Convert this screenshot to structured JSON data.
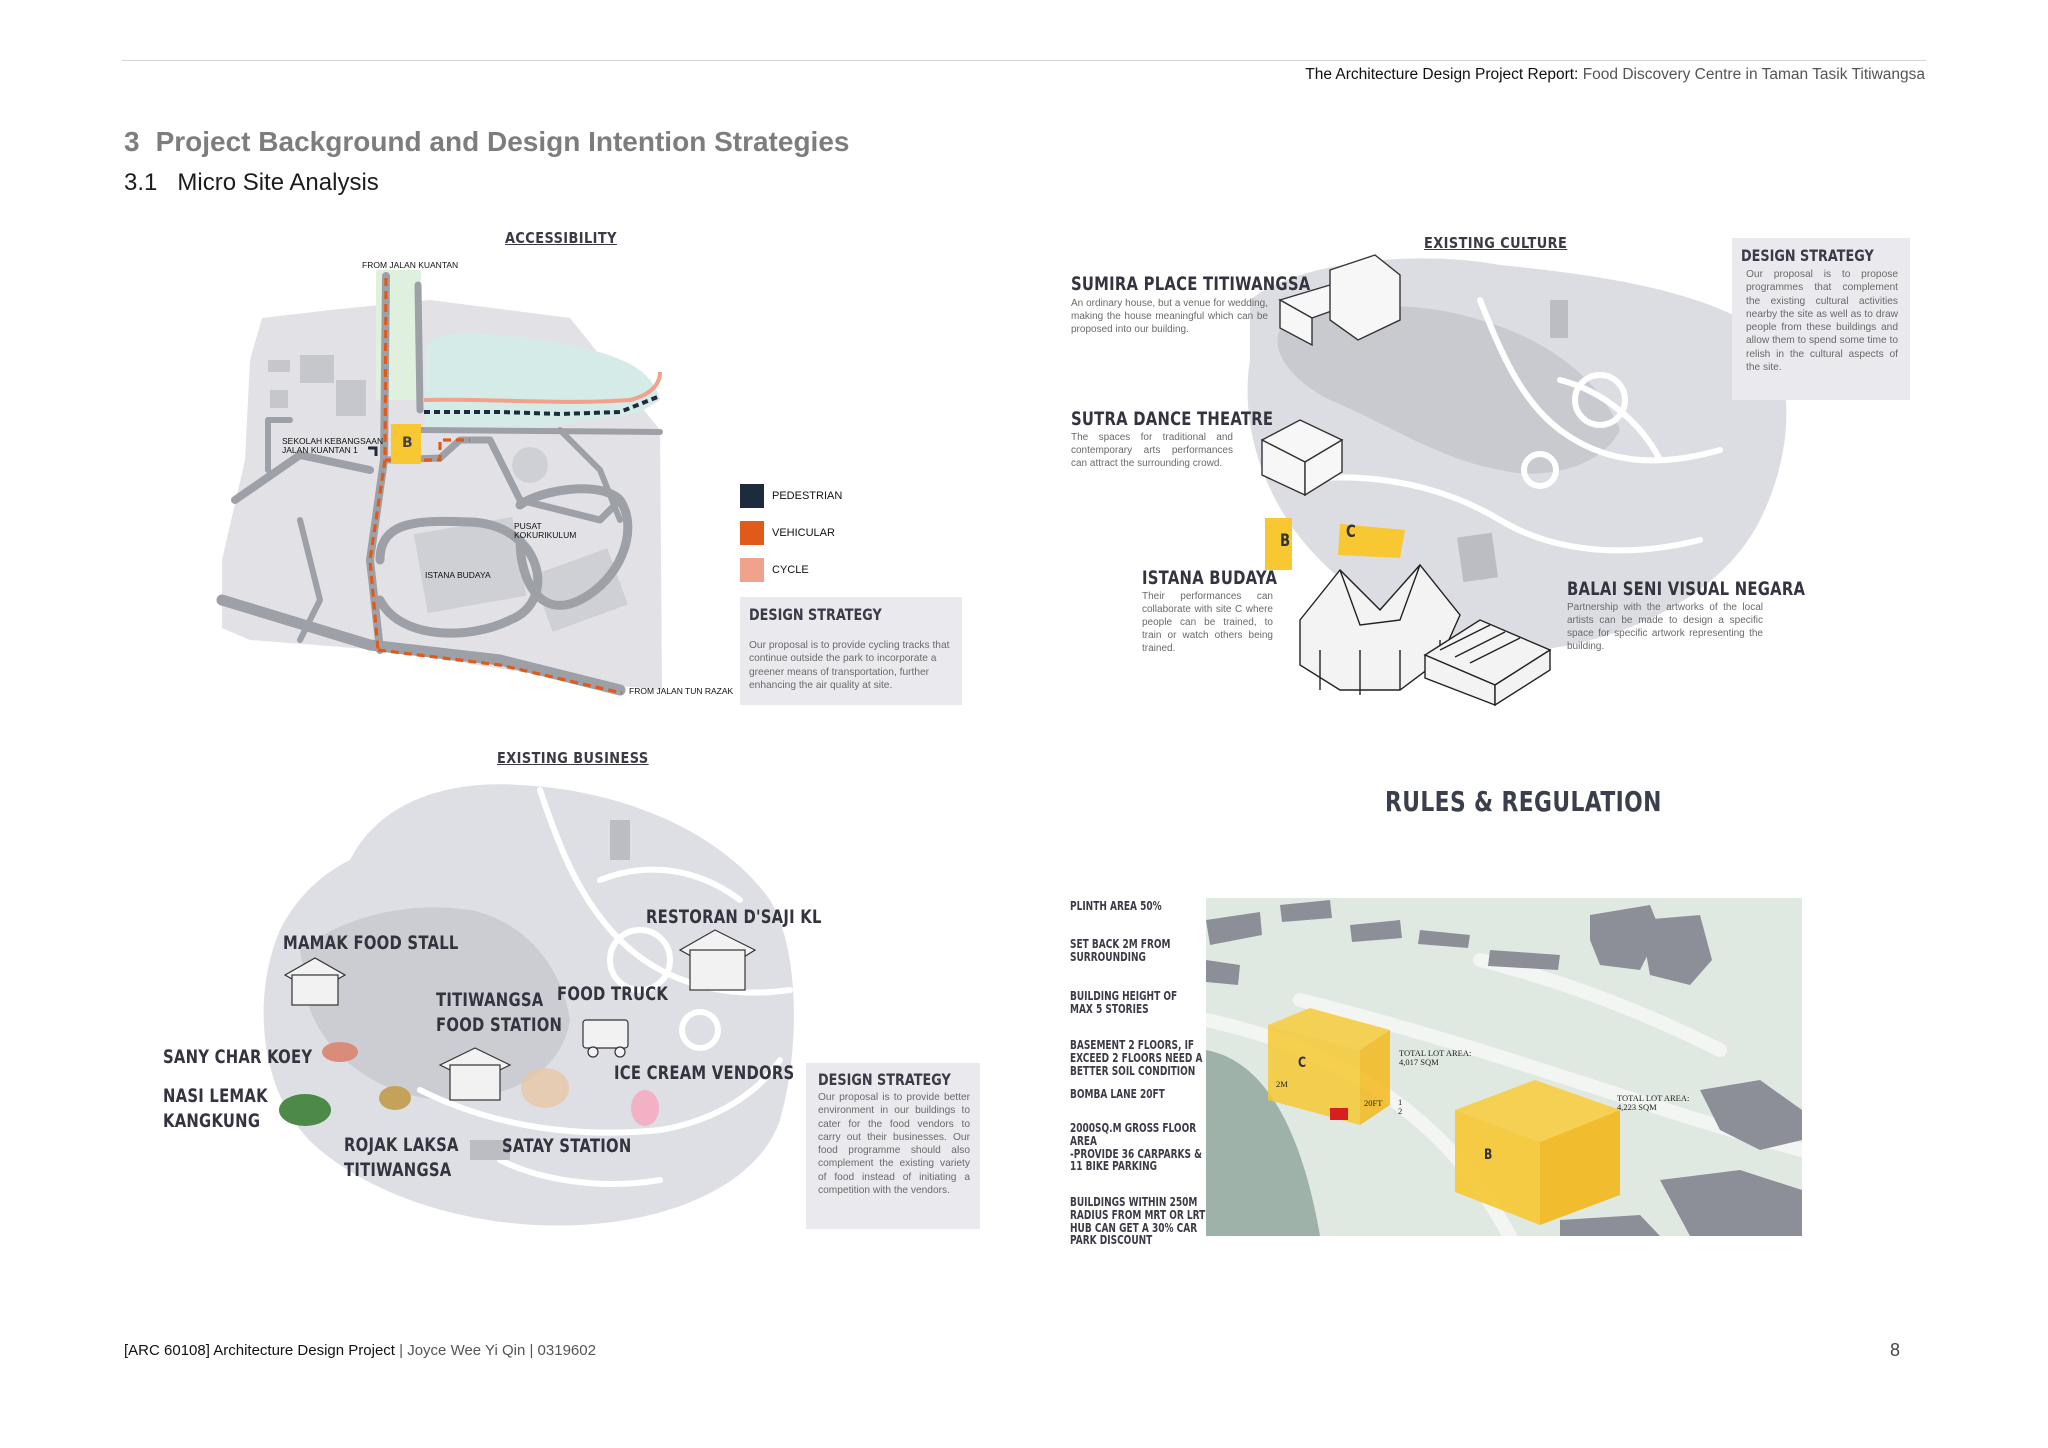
{
  "header": {
    "title_bold": "The Architecture Design Project Report:",
    "title_light": "Food Discovery Centre in Taman Tasik Titiwangsa"
  },
  "section": {
    "number": "3",
    "title": "Project Background and Design Intention Strategies"
  },
  "subsection": {
    "number": "3.1",
    "title": "Micro Site Analysis"
  },
  "accessibility": {
    "title": "ACCESSIBILITY",
    "labels": {
      "from_jalan_kuantan": "FROM JALAN KUANTAN",
      "sekolah": "SEKOLAH KEBANGSAAN\nJALAN KUANTAN 1",
      "site_b": "B",
      "pusat": "PUSAT\nKOKURIKULUM",
      "istana": "ISTANA BUDAYA",
      "from_jalan_tun_razak": "FROM JALAN TUN RAZAK"
    },
    "legend": [
      {
        "label": "PEDESTRIAN",
        "color": "#1f2a3c"
      },
      {
        "label": "VEHICULAR",
        "color": "#e05a19"
      },
      {
        "label": "CYCLE",
        "color": "#f0a28c"
      }
    ],
    "strategy": {
      "title": "DESIGN STRATEGY",
      "body": "Our proposal is to provide cycling tracks that continue outside the park to incorporate a greener means of transportation, further enhancing the air quality at site."
    }
  },
  "culture": {
    "title": "EXISTING CULTURE",
    "items": [
      {
        "name": "SUMIRA PLACE TITIWANGSA",
        "desc": "An ordinary house, but a venue for wedding, making the house meaningful which can be proposed into our building."
      },
      {
        "name": "SUTRA DANCE THEATRE",
        "desc": "The spaces for traditional and contemporary arts performances can attract the surrounding crowd."
      },
      {
        "name": "ISTANA BUDAYA",
        "desc": "Their performances can collaborate with site C where people can be trained, to train or watch others being trained."
      },
      {
        "name": "BALAI SENI VISUAL NEGARA",
        "desc": "Partnership with the artworks of the local artists can be made to design a specific space for specific artwork representing the building."
      }
    ],
    "site_labels": {
      "b": "B",
      "c": "C"
    },
    "strategy": {
      "title": "DESIGN STRATEGY",
      "body": "Our proposal is to propose programmes that complement the existing cultural activities nearby the site as well as to draw people from these buildings and allow them to spend some time to relish in the cultural aspects of the site."
    }
  },
  "business": {
    "title": "EXISTING BUSINESS",
    "items": [
      "MAMAK FOOD STALL",
      "RESTORAN D'SAJI KL",
      "FOOD TRUCK",
      "TITIWANGSA\nFOOD STATION",
      "SANY CHAR KOEY",
      "NASI LEMAK\nKANGKUNG",
      "ICE CREAM VENDORS",
      "ROJAK LAKSA\nTITIWANGSA",
      "SATAY STATION"
    ],
    "strategy": {
      "title": "DESIGN STRATEGY",
      "body": "Our proposal is to provide better environment in our buildings to cater for the food vendors to carry out their businesses. Our food programme should also complement the existing variety of food instead of initiating a competition with the vendors."
    }
  },
  "rules": {
    "title": "RULES & REGULATION",
    "items": [
      "PLINTH AREA 50%",
      "SET BACK 2M FROM\nSURROUNDING",
      "BUILDING HEIGHT OF\nMAX 5 STORIES",
      "BASEMENT 2 FLOORS, IF\nEXCEED 2 FLOORS NEED A\nBETTER SOIL CONDITION",
      "BOMBA LANE 20FT",
      "2000SQ.M GROSS FLOOR\nAREA\n-PROVIDE 36 CARPARKS &\n11 BIKE PARKING",
      "BUILDINGS WITHIN 250M\nRADIUS FROM MRT OR LRT\nHUB CAN GET A 30% CAR\nPARK DISCOUNT"
    ],
    "diagram_labels": {
      "lot_c": "TOTAL LOT AREA:\n4,017 SQM",
      "lot_b": "TOTAL LOT AREA:\n4,223 SQM",
      "c": "C",
      "b": "B",
      "setback": "2M",
      "bomba": "20FT",
      "floors": "1\n2"
    }
  },
  "footer": {
    "course": "[ARC 60108] Architecture Design Project",
    "author": "Joyce Wee Yi Qin | 0319602",
    "page": "8"
  },
  "colors": {
    "yellow": "#f7c832",
    "map_grey": "#9a9ca3",
    "map_light": "#e4e4e8",
    "water": "#d7ece8",
    "strategy_box": "#e9e9ee"
  }
}
